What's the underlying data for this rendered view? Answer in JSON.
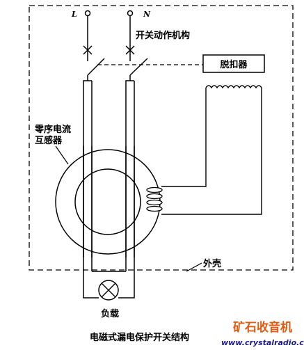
{
  "labels": {
    "phase_l": "L",
    "phase_n": "N",
    "switch_mechanism": "开关动作机构",
    "trip_unit": "脱扣器",
    "ct_line1": "零序电流",
    "ct_line2": "互感器",
    "enclosure": "外壳",
    "load": "负载",
    "caption": "电磁式漏电保护开关结构"
  },
  "watermark": {
    "cn": "矿石收音机",
    "url": "www.crystalradio.cn",
    "cn_color": "#e05a10",
    "url_color": "#1a1a8c"
  },
  "line_color": "#000000"
}
